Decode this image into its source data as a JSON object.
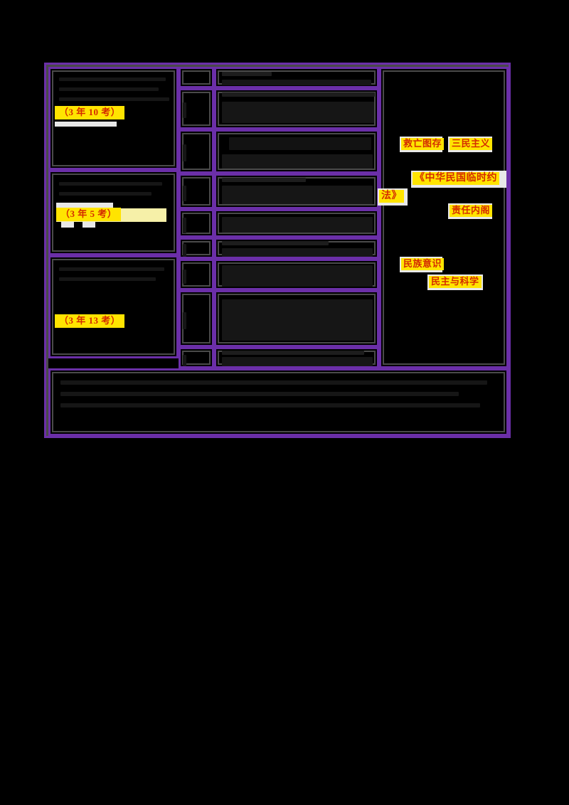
{
  "document": {
    "type": "study-guide-table",
    "page_background": "#000000",
    "border_color": "#6b2fa8",
    "inner_rule_color": "#4a4a4a",
    "highlight_color": "#ffe400",
    "highlight_pale_color": "#f6f0a8",
    "text_color": "#d42b00"
  },
  "left_column": {
    "name": "exam-frequency-column",
    "badges": [
      {
        "label": "（3 年 10 考）",
        "style": "yellow"
      },
      {
        "label": "（3 年 5 考）",
        "style": "yellow-with-pale-tail"
      },
      {
        "label": "（3 年 13 考）",
        "style": "yellow"
      }
    ]
  },
  "index_column": {
    "name": "row-index-column",
    "row_count": 9
  },
  "content_column": {
    "name": "content-column",
    "row_count": 9,
    "note": "content redacted"
  },
  "right_column": {
    "name": "key-terms-column",
    "terms": [
      {
        "label": "救亡图存",
        "style": "yellow"
      },
      {
        "label": "三民主义",
        "style": "yellow"
      },
      {
        "label": "《中华民国临时约",
        "style": "yellow"
      },
      {
        "label": "法》",
        "style": "yellow"
      },
      {
        "label": "责任内阁",
        "style": "yellow"
      },
      {
        "label": "民族意识",
        "style": "yellow"
      },
      {
        "label": "民主与科学",
        "style": "yellow"
      }
    ]
  },
  "footer_row": {
    "name": "footer-row",
    "note": "content redacted"
  }
}
